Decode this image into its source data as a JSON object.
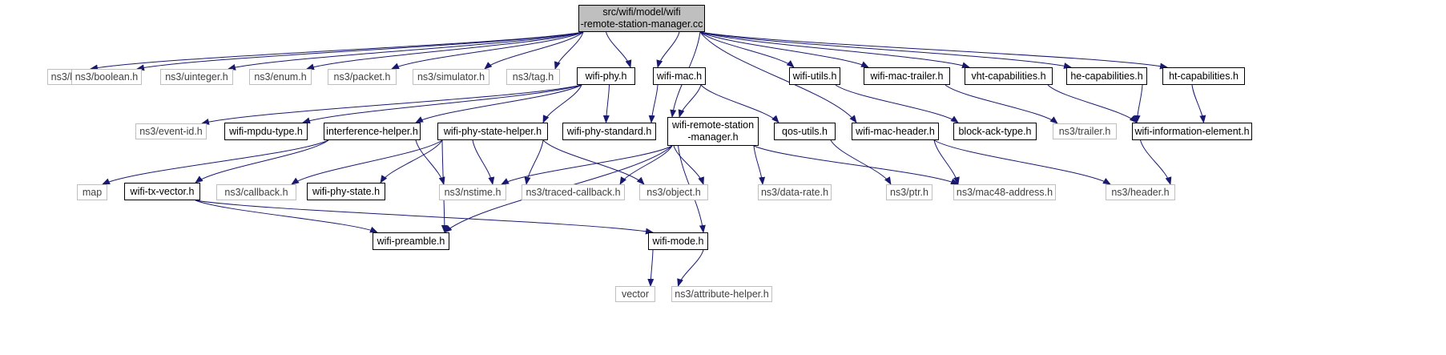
{
  "graph": {
    "edge_color": "#191970",
    "root_fill": "#bfbfbf",
    "external_border": "#bfbfbf",
    "nodes": [
      {
        "id": "root",
        "label": "src/wifi/model/wifi\n-remote-station-manager.cc",
        "kind": "root"
      },
      {
        "id": "log",
        "label": "ns3/log.h",
        "kind": "external"
      },
      {
        "id": "boolean",
        "label": "ns3/boolean.h",
        "kind": "external"
      },
      {
        "id": "uinteger",
        "label": "ns3/uinteger.h",
        "kind": "external"
      },
      {
        "id": "enum",
        "label": "ns3/enum.h",
        "kind": "external"
      },
      {
        "id": "packet",
        "label": "ns3/packet.h",
        "kind": "external"
      },
      {
        "id": "simulator",
        "label": "ns3/simulator.h",
        "kind": "external"
      },
      {
        "id": "tag",
        "label": "ns3/tag.h",
        "kind": "external"
      },
      {
        "id": "wifiphy",
        "label": "wifi-phy.h",
        "kind": "project"
      },
      {
        "id": "wifimac",
        "label": "wifi-mac.h",
        "kind": "project"
      },
      {
        "id": "wifiutils",
        "label": "wifi-utils.h",
        "kind": "project"
      },
      {
        "id": "wifimactrailer",
        "label": "wifi-mac-trailer.h",
        "kind": "project"
      },
      {
        "id": "vhtcap",
        "label": "vht-capabilities.h",
        "kind": "project"
      },
      {
        "id": "hecap",
        "label": "he-capabilities.h",
        "kind": "project"
      },
      {
        "id": "htcap",
        "label": "ht-capabilities.h",
        "kind": "project"
      },
      {
        "id": "eventid",
        "label": "ns3/event-id.h",
        "kind": "external"
      },
      {
        "id": "mpdutype",
        "label": "wifi-mpdu-type.h",
        "kind": "project"
      },
      {
        "id": "interference",
        "label": "interference-helper.h",
        "kind": "project"
      },
      {
        "id": "statehelper",
        "label": "wifi-phy-state-helper.h",
        "kind": "project"
      },
      {
        "id": "phystandard",
        "label": "wifi-phy-standard.h",
        "kind": "project"
      },
      {
        "id": "rsm",
        "label": "wifi-remote-station\n-manager.h",
        "kind": "project"
      },
      {
        "id": "qosutils",
        "label": "qos-utils.h",
        "kind": "project"
      },
      {
        "id": "macheader",
        "label": "wifi-mac-header.h",
        "kind": "project"
      },
      {
        "id": "blockack",
        "label": "block-ack-type.h",
        "kind": "project"
      },
      {
        "id": "trailer",
        "label": "ns3/trailer.h",
        "kind": "external"
      },
      {
        "id": "infoelem",
        "label": "wifi-information-element.h",
        "kind": "project"
      },
      {
        "id": "map",
        "label": "map",
        "kind": "external"
      },
      {
        "id": "txvector",
        "label": "wifi-tx-vector.h",
        "kind": "project"
      },
      {
        "id": "callback",
        "label": "ns3/callback.h",
        "kind": "external"
      },
      {
        "id": "phystate",
        "label": "wifi-phy-state.h",
        "kind": "project"
      },
      {
        "id": "nstime",
        "label": "ns3/nstime.h",
        "kind": "external"
      },
      {
        "id": "tracedcb",
        "label": "ns3/traced-callback.h",
        "kind": "external"
      },
      {
        "id": "object",
        "label": "ns3/object.h",
        "kind": "external"
      },
      {
        "id": "datarate",
        "label": "ns3/data-rate.h",
        "kind": "external"
      },
      {
        "id": "ptr",
        "label": "ns3/ptr.h",
        "kind": "external"
      },
      {
        "id": "mac48",
        "label": "ns3/mac48-address.h",
        "kind": "external"
      },
      {
        "id": "header",
        "label": "ns3/header.h",
        "kind": "external"
      },
      {
        "id": "preamble",
        "label": "wifi-preamble.h",
        "kind": "project"
      },
      {
        "id": "wifimode",
        "label": "wifi-mode.h",
        "kind": "project"
      },
      {
        "id": "vector",
        "label": "vector",
        "kind": "external"
      },
      {
        "id": "attrhelper",
        "label": "ns3/attribute-helper.h",
        "kind": "external"
      }
    ],
    "edges": [
      [
        "root",
        "log"
      ],
      [
        "root",
        "boolean"
      ],
      [
        "root",
        "uinteger"
      ],
      [
        "root",
        "enum"
      ],
      [
        "root",
        "packet"
      ],
      [
        "root",
        "simulator"
      ],
      [
        "root",
        "tag"
      ],
      [
        "root",
        "wifiphy"
      ],
      [
        "root",
        "wifimac"
      ],
      [
        "root",
        "rsm"
      ],
      [
        "root",
        "wifiutils"
      ],
      [
        "root",
        "wifimactrailer"
      ],
      [
        "root",
        "vhtcap"
      ],
      [
        "root",
        "hecap"
      ],
      [
        "root",
        "htcap"
      ],
      [
        "root",
        "macheader"
      ],
      [
        "wifiphy",
        "eventid"
      ],
      [
        "wifiphy",
        "mpdutype"
      ],
      [
        "wifiphy",
        "interference"
      ],
      [
        "wifiphy",
        "statehelper"
      ],
      [
        "wifiphy",
        "phystandard"
      ],
      [
        "wifimac",
        "phystandard"
      ],
      [
        "wifimac",
        "rsm"
      ],
      [
        "wifimac",
        "qosutils"
      ],
      [
        "wifiutils",
        "blockack"
      ],
      [
        "wifimactrailer",
        "trailer"
      ],
      [
        "vhtcap",
        "infoelem"
      ],
      [
        "hecap",
        "infoelem"
      ],
      [
        "htcap",
        "infoelem"
      ],
      [
        "interference",
        "map"
      ],
      [
        "interference",
        "txvector"
      ],
      [
        "interference",
        "nstime"
      ],
      [
        "statehelper",
        "callback"
      ],
      [
        "statehelper",
        "phystate"
      ],
      [
        "statehelper",
        "nstime"
      ],
      [
        "statehelper",
        "tracedcb"
      ],
      [
        "statehelper",
        "object"
      ],
      [
        "statehelper",
        "preamble"
      ],
      [
        "rsm",
        "nstime"
      ],
      [
        "rsm",
        "tracedcb"
      ],
      [
        "rsm",
        "object"
      ],
      [
        "rsm",
        "datarate"
      ],
      [
        "rsm",
        "mac48"
      ],
      [
        "rsm",
        "preamble"
      ],
      [
        "rsm",
        "wifimode"
      ],
      [
        "qosutils",
        "ptr"
      ],
      [
        "macheader",
        "mac48"
      ],
      [
        "macheader",
        "header"
      ],
      [
        "infoelem",
        "header"
      ],
      [
        "txvector",
        "preamble"
      ],
      [
        "txvector",
        "wifimode"
      ],
      [
        "wifimode",
        "vector"
      ],
      [
        "wifimode",
        "attrhelper"
      ]
    ]
  }
}
